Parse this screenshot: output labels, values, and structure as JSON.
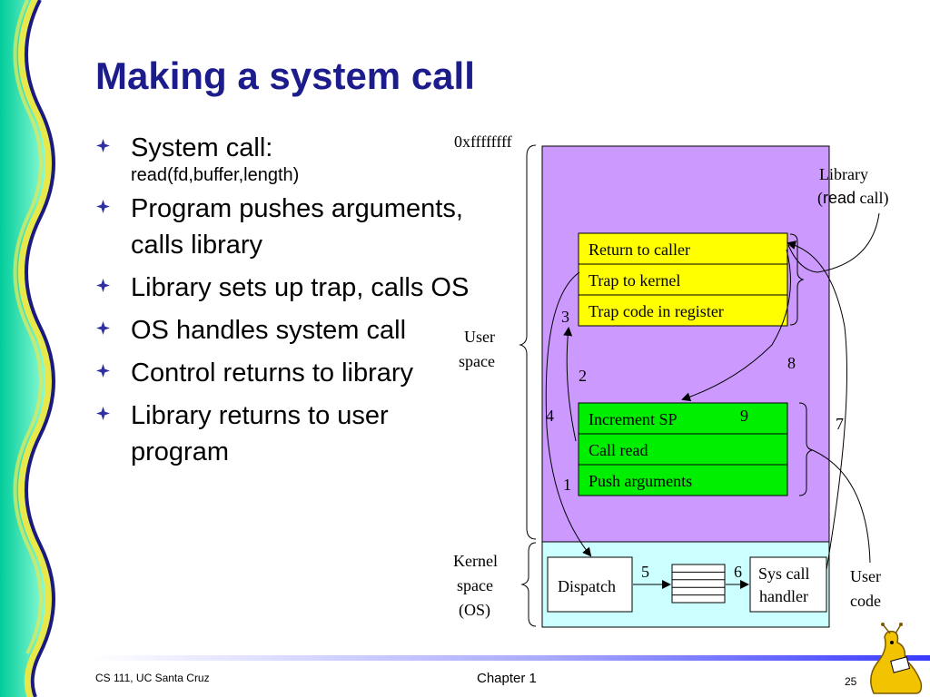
{
  "slide": {
    "title": "Making a system call",
    "bullets": [
      {
        "text": "System call:",
        "sub": "read(fd,buffer,length)"
      },
      {
        "text": "Program pushes arguments, calls library"
      },
      {
        "text": "Library sets up trap, calls OS"
      },
      {
        "text": "OS handles system call"
      },
      {
        "text": "Control returns to library"
      },
      {
        "text": "Library returns to user program"
      }
    ]
  },
  "diagram": {
    "address_label": "0xffffffff",
    "library_label_1": "Library",
    "library_label_2a": "(",
    "library_label_2b": "read",
    "library_label_2c": " call)",
    "user_space_1": "User",
    "user_space_2": "space",
    "kernel_space_1": "Kernel",
    "kernel_space_2": "space",
    "kernel_space_3": "(OS)",
    "user_code_1": "User",
    "user_code_2": "code",
    "library_boxes": [
      "Return to caller",
      "Trap to kernel",
      "Trap code in register"
    ],
    "user_boxes": [
      "Increment SP",
      "Call read",
      "Push arguments"
    ],
    "dispatch": "Dispatch",
    "handler_1": "Sys call",
    "handler_2": "handler",
    "steps": {
      "s1": "1",
      "s2": "2",
      "s3": "3",
      "s4": "4",
      "s5": "5",
      "s6": "6",
      "s7": "7",
      "s8": "8",
      "s9": "9"
    },
    "colors": {
      "user_region": "#cc99ff",
      "kernel_region": "#ccffff",
      "library_box": "#ffff00",
      "user_code_box": "#00ee00",
      "title": "#1c1c8c"
    }
  },
  "footer": {
    "left": "CS 111, UC Santa Cruz",
    "center": "Chapter 1",
    "page": "25"
  }
}
